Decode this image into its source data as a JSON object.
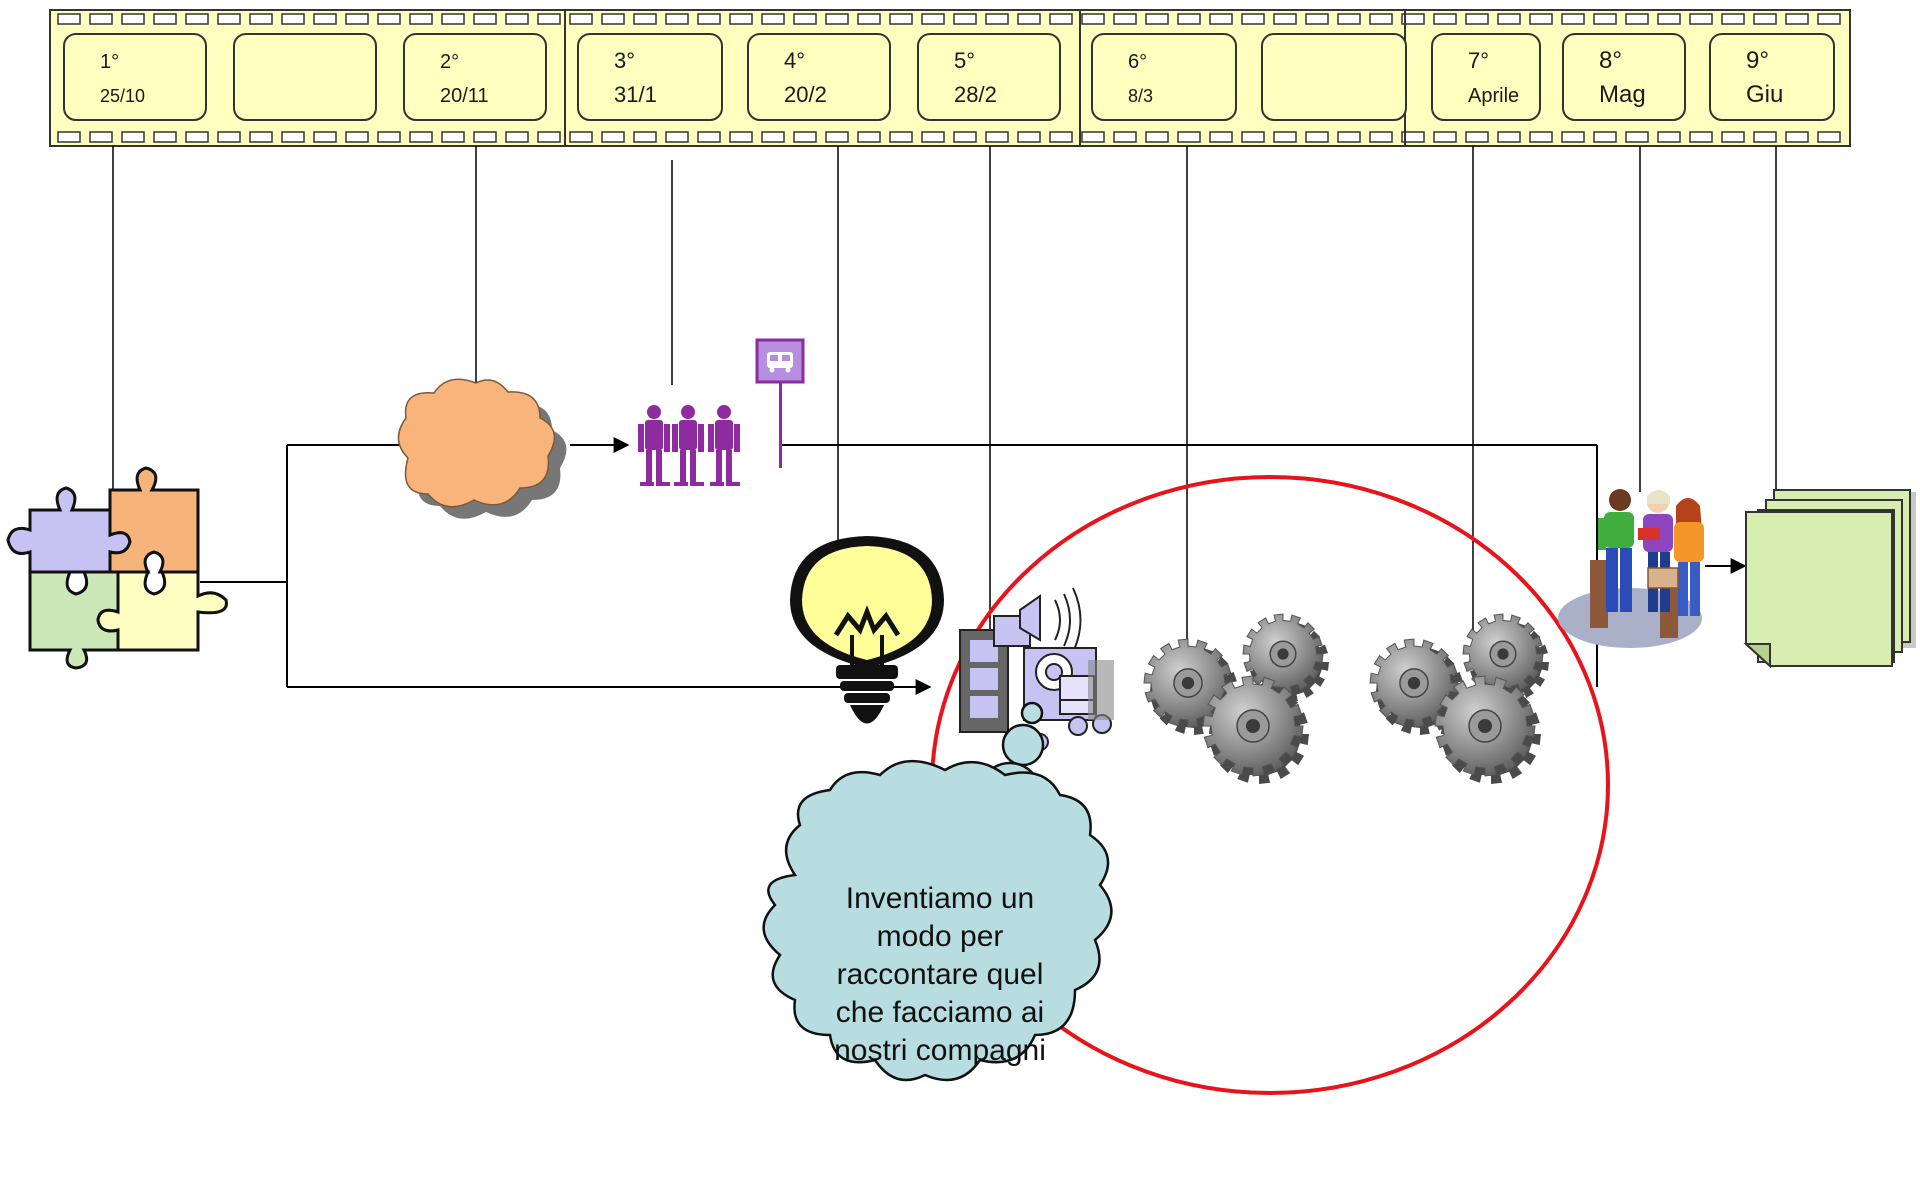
{
  "film_strip": {
    "frames": [
      {
        "num": "1°",
        "date": "25/10"
      },
      {
        "num": "",
        "date": ""
      },
      {
        "num": "2°",
        "date": "20/11"
      },
      {
        "num": "3°",
        "date": "31/1"
      },
      {
        "num": "4°",
        "date": "20/2"
      },
      {
        "num": "5°",
        "date": "28/2"
      },
      {
        "num": "6°",
        "date": "8/3"
      },
      {
        "num": "",
        "date": ""
      },
      {
        "num": "7°",
        "date": "Aprile"
      },
      {
        "num": "8°",
        "date": "Mag"
      },
      {
        "num": "9°",
        "date": "Giu"
      }
    ]
  },
  "thought_cloud": {
    "text_lines": [
      "Inventiamo un",
      "modo per",
      "raccontare quel",
      "che facciamo ai",
      "nostri compagni"
    ]
  },
  "colors": {
    "film": "#ffffc0",
    "cloud_orange": "#f9b47c",
    "thought_cloud": "#b8dde0",
    "red_circle": "#e8141b",
    "people": "#8e2b9e",
    "bus_sign": "#b68ee0",
    "bulb": "#ffff99",
    "gears": "#8a8a8a",
    "documents": "#d8eeb0",
    "puzzle_blue": "#c6c2f2",
    "puzzle_orange": "#f7b47a",
    "puzzle_green": "#cde8b8",
    "puzzle_yellow": "#fefec2"
  },
  "icons": [
    "puzzle-icon",
    "cloud-icon",
    "people-group-icon",
    "bus-stop-icon",
    "lightbulb-icon",
    "multimedia-icon",
    "gears-icon",
    "students-icon",
    "documents-icon"
  ]
}
